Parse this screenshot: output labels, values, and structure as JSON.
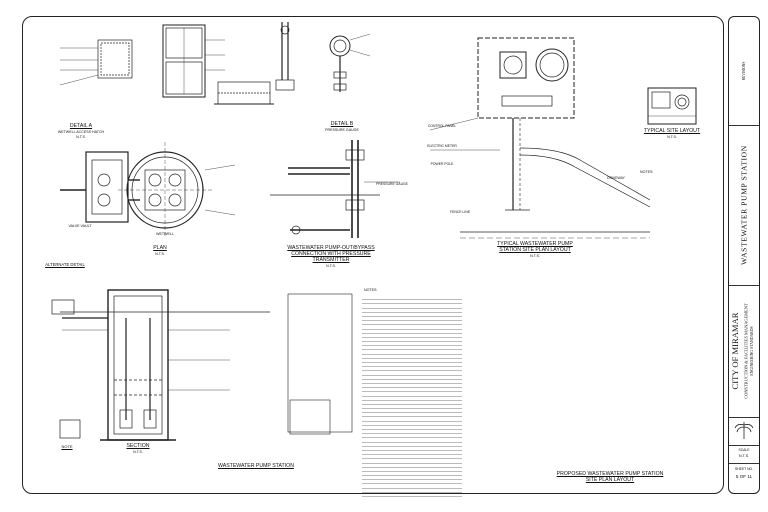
{
  "titles": {
    "detail_a": "DETAIL A",
    "wetwell_hatch": "WETWELL ACCESS HATCH",
    "pressure_gauge_detail": "DETAIL B",
    "pressure_gauge": "PRESSURE GAUGE",
    "plan": "PLAN",
    "pumpout_1": "WASTEWATER PUMP-OUT/BYPASS",
    "pumpout_2": "CONNECTION WITH PRESSURE",
    "pumpout_3": "TRANSMITTER",
    "site_plan_1": "TYPICAL WASTEWATER PUMP",
    "site_plan_2": "STATION SITE PLAN LAYOUT",
    "site_layout": "TYPICAL SITE LAYOUT",
    "section": "SECTION",
    "station": "WASTEWATER PUMP STATION",
    "proposed_1": "PROPOSED WASTEWATER PUMP STATION",
    "proposed_2": "SITE PLAN LAYOUT",
    "alternate": "ALTERNATE DETAIL",
    "note": "NOTE",
    "nts": "N.T.S."
  },
  "callouts": {
    "valve_vault": "VALVE VAULT",
    "wetwell": "WETWELL",
    "pressure_gauge_label": "PRESSURE GAUGE",
    "control_panel": "CONTROL PANEL",
    "electric_meter": "ELECTRIC METER",
    "power_pole": "POWER POLE",
    "fence_line": "FENCE LINE",
    "driveway": "DRIVEWAY",
    "notes_head": "NOTES:"
  },
  "title_block": {
    "city": "CITY OF MIRAMAR",
    "dept_1": "CONSTRUCTION & FACILITIES MANAGEMENT",
    "dept_2": "ENGINEERING STANDARDS",
    "sheet_title": "WASTEWATER PUMP STATION",
    "scale_label": "SCALE",
    "scale_value": "N.T.S.",
    "sheet_label": "SHEET NO.",
    "sheet_value": "5 OF 11",
    "revisions": "REVISIONS"
  }
}
